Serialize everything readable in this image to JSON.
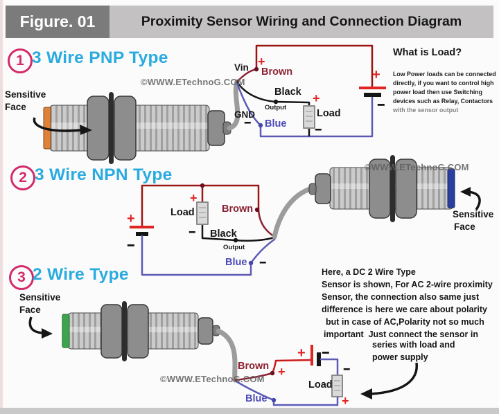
{
  "header": {
    "figure_label": "Figure. 01",
    "title": "Proximity Sensor Wiring and Connection Diagram"
  },
  "watermark": "©WWW.ETechnoG.COM",
  "symbols": {
    "plus": "+",
    "minus": "−"
  },
  "colors": {
    "section_title": "#2aabe0",
    "badge": "#d22a6a",
    "brown_wire": "#8b2233",
    "red_wire": "#9b1515",
    "blue_wire": "#5b5bb5",
    "battery_plus": "#e02424",
    "face_pnp": "#e0813a",
    "face_npn": "#2b3f9e",
    "face_2wire": "#3fa34d"
  },
  "sections": [
    {
      "badge": "1",
      "title": "3 Wire PNP Type",
      "sensitive_face": [
        "Sensitive",
        "Face"
      ],
      "labels": {
        "vin": "Vin",
        "brown": "Brown",
        "black": "Black",
        "output": "Output",
        "gnd": "GND",
        "blue": "Blue",
        "load": "Load"
      }
    },
    {
      "badge": "2",
      "title": "3 Wire NPN Type",
      "sensitive_face": [
        "Sensitive",
        "Face"
      ],
      "labels": {
        "brown": "Brown",
        "black": "Black",
        "output": "Output",
        "blue": "Blue",
        "load": "Load"
      }
    },
    {
      "badge": "3",
      "title": "2 Wire Type",
      "sensitive_face": [
        "Sensitive",
        "Face"
      ],
      "labels": {
        "brown": "Brown",
        "blue": "Blue",
        "load": "Load"
      }
    }
  ],
  "what_is_load": {
    "heading": "What is Load?",
    "lines": [
      "Low Power loads can be connected",
      "directly, if you want to control high",
      "power load then use Switching",
      "devices such as Relay, Contactors",
      "with the sensor output"
    ]
  },
  "two_wire_note": {
    "lines": [
      "Here, a DC 2 Wire Type",
      "Sensor is shown, For AC 2-wire proximity",
      "Sensor, the connection also same just",
      "difference is here we care about polarity",
      "but in case of AC,Polarity not so much",
      "important  Just connect the sensor in",
      "series with load and",
      "power supply"
    ]
  }
}
